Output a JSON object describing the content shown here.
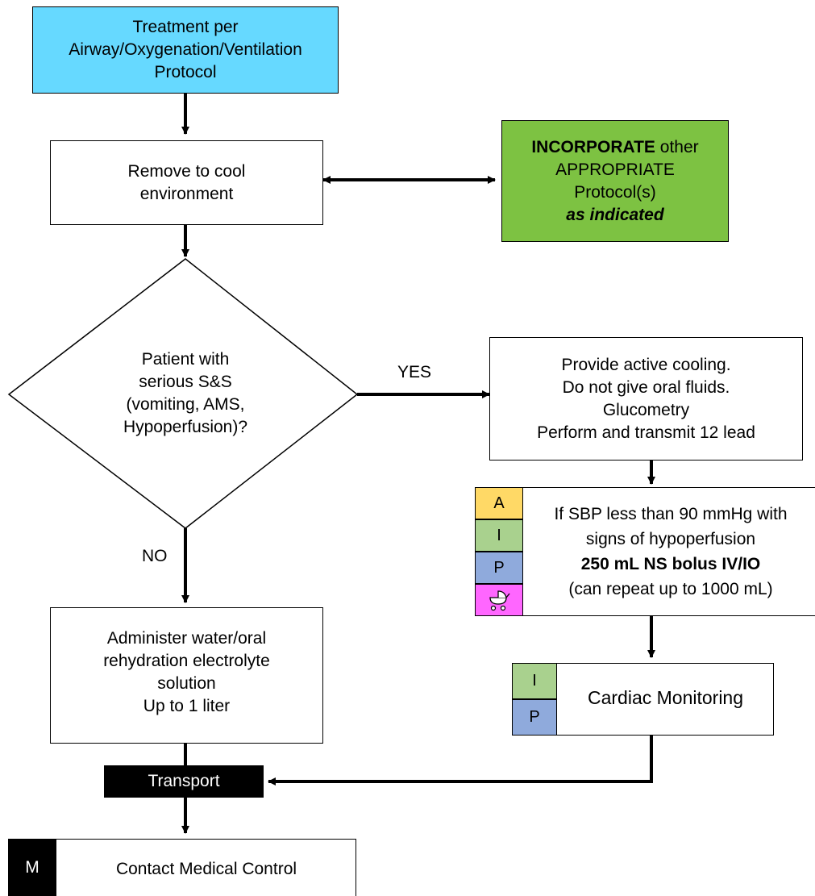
{
  "nodes": {
    "airway": {
      "lines": [
        "Treatment per",
        "Airway/Oxygenation/Ventilation",
        "Protocol"
      ],
      "fill": "#66d9ff"
    },
    "cool": {
      "lines": [
        "Remove to cool",
        "environment"
      ]
    },
    "incorporate": {
      "bold": "INCORPORATE",
      "rest": " other",
      "lines": [
        "APPROPRIATE",
        "Protocol(s)"
      ],
      "emphasis": "as indicated",
      "fill": "#7dc242"
    },
    "decision": {
      "lines": [
        "Patient with",
        "serious S&S",
        "(vomiting, AMS,",
        "Hypoperfusion)?"
      ]
    },
    "active_cooling": {
      "lines": [
        "Provide active cooling.",
        "Do not give oral fluids.",
        "Glucometry",
        "Perform and transmit 12 lead"
      ]
    },
    "sbp": {
      "lines": [
        "If SBP less than 90 mmHg with",
        "signs of hypoperfusion"
      ],
      "bold": "250 mL NS bolus IV/IO",
      "note": "(can repeat up to 1000 mL)",
      "badges": [
        "A",
        "I",
        "P"
      ],
      "badge_icon": "baby-stroller-icon"
    },
    "water": {
      "lines": [
        "Administer water/oral",
        "rehydration electrolyte",
        "solution",
        "Up to 1 liter"
      ]
    },
    "cardiac": {
      "label": "Cardiac Monitoring",
      "badges": [
        "I",
        "P"
      ]
    },
    "transport": {
      "label": "Transport",
      "fill": "#000000"
    },
    "medical": {
      "badge": "M",
      "label": "Contact Medical Control"
    }
  },
  "edges": {
    "yes": "YES",
    "no": "NO"
  },
  "colors": {
    "cyan": "#66d9ff",
    "green": "#7dc242",
    "amber": "#ffd966",
    "light_green": "#a9d18e",
    "blue": "#8faadc",
    "pink": "#ff66ff"
  }
}
